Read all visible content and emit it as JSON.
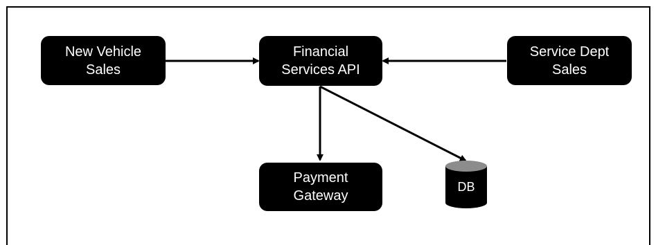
{
  "diagram": {
    "nodes": {
      "new_vehicle_sales": "New Vehicle\nSales",
      "financial_services_api": "Financial\nServices API",
      "service_dept_sales": "Service Dept\nSales",
      "payment_gateway": "Payment\nGateway",
      "db": "DB"
    },
    "edges": [
      {
        "from": "New Vehicle Sales",
        "to": "Financial Services API"
      },
      {
        "from": "Service Dept Sales",
        "to": "Financial Services API"
      },
      {
        "from": "Financial Services API",
        "to": "Payment Gateway"
      },
      {
        "from": "Financial Services API",
        "to": "DB"
      }
    ],
    "colors": {
      "node_fill": "#000000",
      "node_text": "#ffffff",
      "db_top": "#8c8c8c",
      "edge": "#000000"
    }
  }
}
